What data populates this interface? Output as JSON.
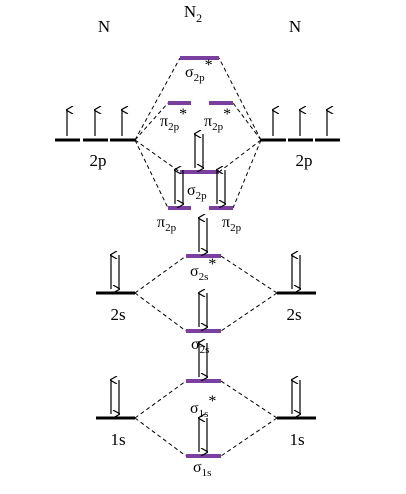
{
  "titles": {
    "left_atom": "N",
    "molecule": "N",
    "molecule_sub": "2",
    "right_atom": "N"
  },
  "colors": {
    "atomic": "#000000",
    "molecular": "#7B3FA0",
    "dashes": "#000000"
  },
  "atomic_labels": {
    "left_2p": "2p",
    "right_2p": "2p",
    "left_2s": "2s",
    "right_2s": "2s",
    "left_1s": "1s",
    "right_1s": "1s"
  },
  "mo_labels": {
    "sigma2p_star": {
      "base": "σ",
      "sub": "2p",
      "sup": "*"
    },
    "pi2p_star_l": {
      "base": "π",
      "sub": "2p",
      "sup": "*"
    },
    "pi2p_star_r": {
      "base": "π",
      "sub": "2p",
      "sup": "*"
    },
    "sigma2p": {
      "base": "σ",
      "sub": "2p",
      "sup": ""
    },
    "pi2p_l": {
      "base": "π",
      "sub": "2p",
      "sup": ""
    },
    "pi2p_r": {
      "base": "π",
      "sub": "2p",
      "sup": ""
    },
    "sigma2s_star": {
      "base": "σ",
      "sub": "2s",
      "sup": "*"
    },
    "sigma2s": {
      "base": "σ",
      "sub": "2s",
      "sup": ""
    },
    "sigma1s_star": {
      "base": "σ",
      "sub": "1s",
      "sup": "*"
    },
    "sigma1s": {
      "base": "σ",
      "sub": "1s",
      "sup": ""
    }
  },
  "electrons": {
    "left_2p": [
      1,
      1,
      1
    ],
    "right_2p": [
      1,
      1,
      1
    ],
    "left_2s": 2,
    "right_2s": 2,
    "left_1s": 2,
    "right_1s": 2,
    "sigma2p_star": 0,
    "pi2p_star_l": 0,
    "pi2p_star_r": 0,
    "sigma2p": 2,
    "pi2p_l": 2,
    "pi2p_r": 2,
    "sigma2s_star": 2,
    "sigma2s": 2,
    "sigma1s_star": 2,
    "sigma1s": 2
  }
}
